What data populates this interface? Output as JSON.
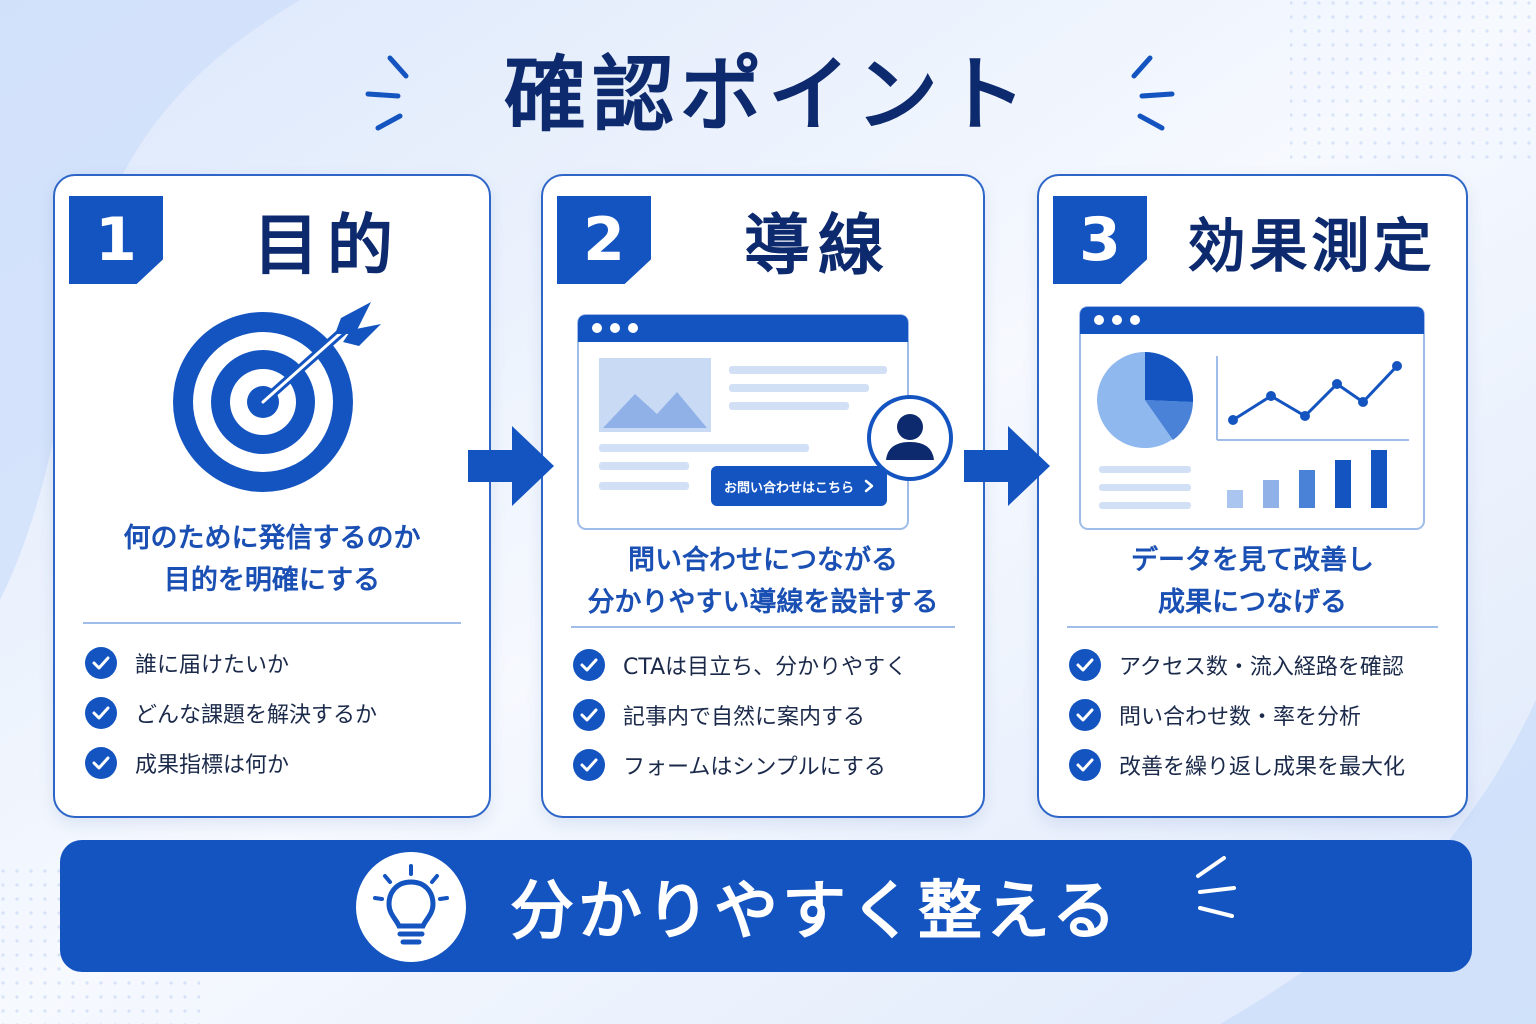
{
  "title": "確認ポイント",
  "colors": {
    "primary": "#1454c0",
    "navy": "#0d2a6e",
    "light": "#a9c5f0",
    "background": "#f4f7fd"
  },
  "cards": [
    {
      "number": "1",
      "heading": "目的",
      "illustration": "target-icon",
      "description": [
        "何のために発信するのか",
        "目的を明確にする"
      ],
      "checks": [
        "誰に届けたいか",
        "どんな課題を解決するか",
        "成果指標は何か"
      ]
    },
    {
      "number": "2",
      "heading": "導線",
      "illustration": "webpage-icon",
      "cta_label": "お問い合わせはこちら",
      "description": [
        "問い合わせにつながる",
        "分かりやすい導線を設計する"
      ],
      "checks": [
        "CTAは目立ち、分かりやすく",
        "記事内で自然に案内する",
        "フォームはシンプルにする"
      ]
    },
    {
      "number": "3",
      "heading": "効果測定",
      "illustration": "analytics-dashboard-icon",
      "description": [
        "データを見て改善し",
        "成果につなげる"
      ],
      "checks": [
        "アクセス数・流入経路を確認",
        "問い合わせ数・率を分析",
        "改善を繰り返し成果を最大化"
      ]
    }
  ],
  "banner": {
    "icon": "lightbulb-icon",
    "text": "分かりやすく整える"
  }
}
